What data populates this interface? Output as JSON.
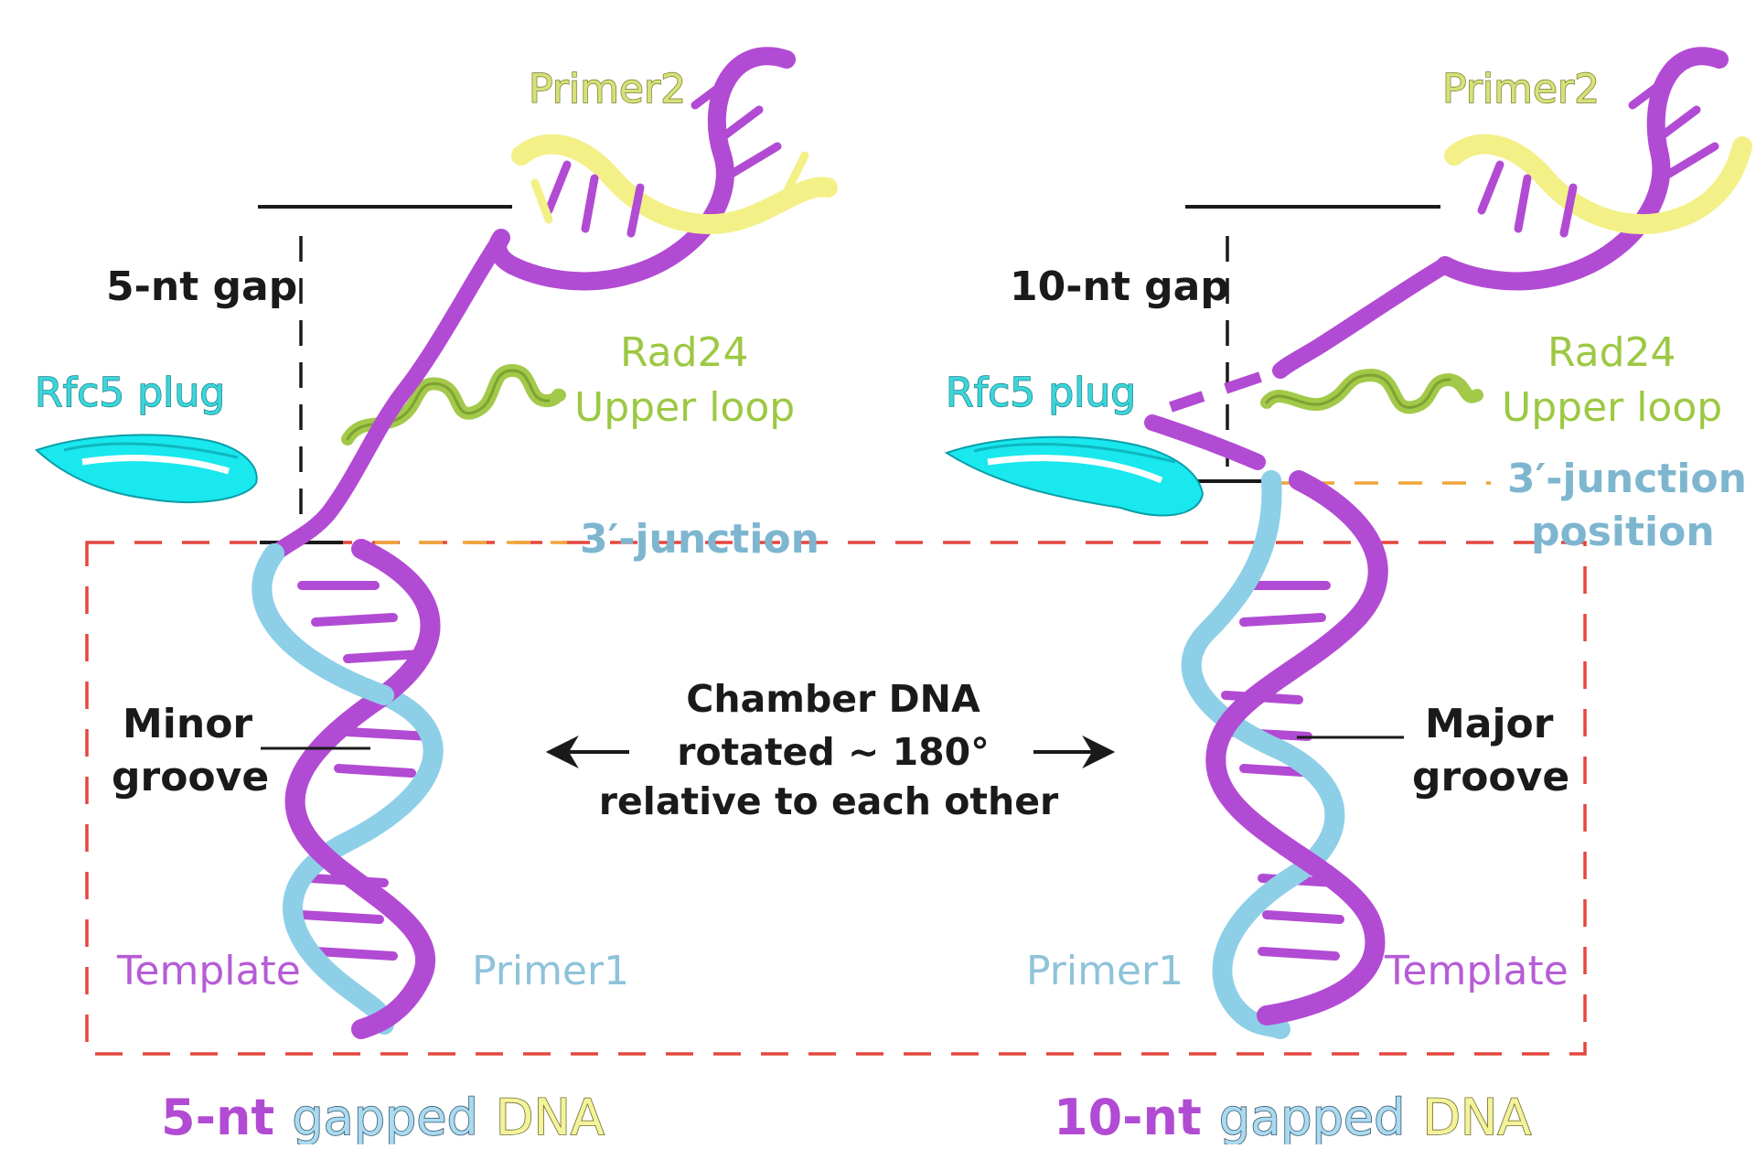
{
  "colors": {
    "template": "#b24bd3",
    "primer1": "#8ecfe8",
    "primer2": "#f3f088",
    "rfc5_plug": "#19e8ee",
    "rad24_loop": "#a3c94a",
    "junction_line": "#f0a53a",
    "chamber_box": "#e4463e"
  },
  "left_panel": {
    "gap_label": "5-nt gap",
    "rfc5_label": "Rfc5 plug",
    "rad24_line1": "Rad24",
    "rad24_line2": "Upper loop",
    "primer2_label": "Primer2",
    "junction_label": "3′-junction",
    "groove_line1": "Minor",
    "groove_line2": "groove",
    "template_label": "Template",
    "primer1_label": "Primer1",
    "title_part1": "5-nt",
    "title_part2": "gapped",
    "title_part3": "DNA"
  },
  "right_panel": {
    "gap_label": "10-nt gap",
    "rfc5_label": "Rfc5 plug",
    "rad24_line1": "Rad24",
    "rad24_line2": "Upper loop",
    "primer2_label": "Primer2",
    "junction_line1": "3′-junction",
    "junction_line2": "position",
    "groove_line1": "Major",
    "groove_line2": "groove",
    "template_label": "Template",
    "primer1_label": "Primer1",
    "title_part1": "10-nt",
    "title_part2": "gapped",
    "title_part3": "DNA"
  },
  "center": {
    "line1": "Chamber DNA",
    "line2": "rotated ~ 180°",
    "line3": "relative to each other"
  }
}
